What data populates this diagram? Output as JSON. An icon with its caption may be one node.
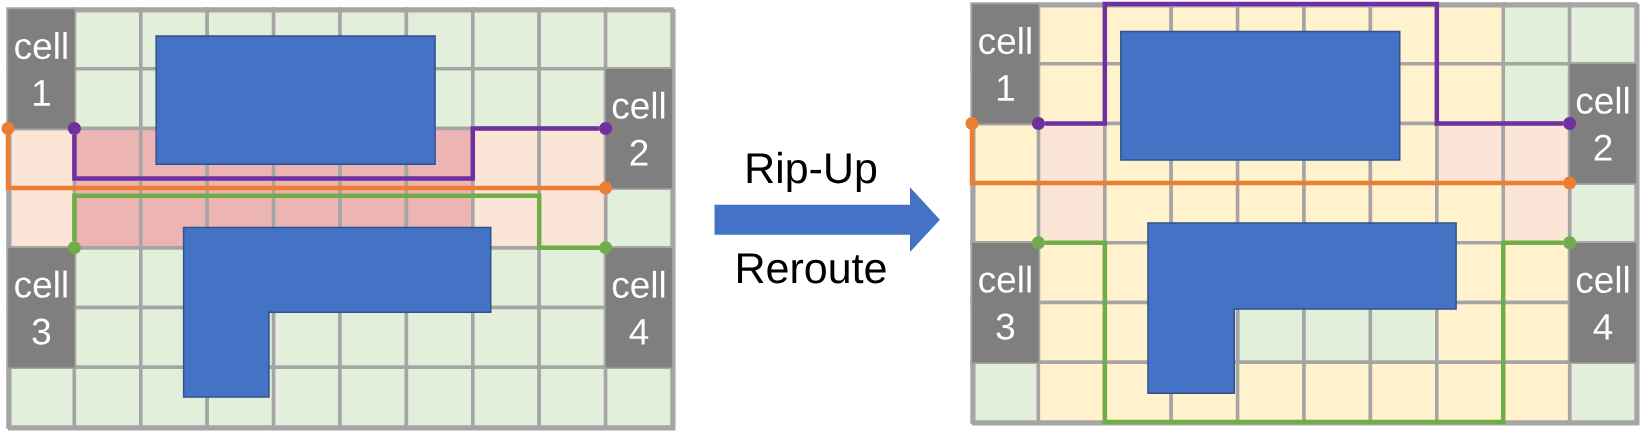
{
  "diagram": {
    "nodes": [
      {
        "text": [],
        "shape": "grid"
      },
      {
        "text": [
          "cell 1"
        ],
        "in": 0
      },
      {
        "text": [
          "cell 2"
        ],
        "in": 0
      },
      {
        "text": [
          "cell 3"
        ],
        "in": 0
      },
      {
        "text": [
          "cell 4"
        ],
        "in": 0
      },
      {
        "text": [],
        "shape": "box",
        "in": 0
      },
      {
        "text": [],
        "shape": "polygon",
        "in": 0
      },
      {
        "text": [],
        "shape": "circle"
      },
      {
        "text": [],
        "shape": "circle",
        "in": 0
      },
      {
        "text": [],
        "shape": "circle",
        "in": 0
      },
      {
        "text": [],
        "shape": "circle",
        "in": 0
      },
      {
        "text": [],
        "shape": "circle",
        "in": 0
      },
      {
        "text": [],
        "shape": "circle",
        "in": 0
      },
      {
        "text": [],
        "shape": "grid"
      },
      {
        "text": [
          "cell 1"
        ],
        "in": 13
      },
      {
        "text": [
          "cell 2"
        ],
        "in": 13
      },
      {
        "text": [
          "cell 3"
        ],
        "in": 13
      },
      {
        "text": [
          "cell 4"
        ],
        "in": 13
      },
      {
        "text": [],
        "shape": "box",
        "in": 13
      },
      {
        "text": [],
        "shape": "polygon",
        "in": 13
      },
      {
        "text": [],
        "shape": "circle"
      },
      {
        "text": [],
        "shape": "circle",
        "in": 13
      },
      {
        "text": [],
        "shape": "circle",
        "in": 13
      },
      {
        "text": [],
        "shape": "circle",
        "in": 13
      },
      {
        "text": [],
        "shape": "circle",
        "in": 13
      },
      {
        "text": [],
        "shape": "circle",
        "in": 13
      }
    ],
    "edges": [
      {
        "from": 7,
        "to": 10,
        "arrow": "none",
        "color": "#ed7d31"
      },
      {
        "from": 8,
        "to": 9,
        "arrow": "none",
        "color": "#7030a0"
      },
      {
        "from": 11,
        "to": 12,
        "arrow": "none",
        "color": "#70ad47"
      },
      {
        "from": 0,
        "to": 13,
        "arrow": "to",
        "label": "Rip-Up",
        "style": "thick",
        "color": "#4472c4"
      },
      {
        "from": 21,
        "to": 22,
        "arrow": "none",
        "color": "#7030a0"
      },
      {
        "from": 20,
        "to": 23,
        "arrow": "none",
        "color": "#ed7d31"
      },
      {
        "from": 24,
        "to": 25,
        "arrow": "none",
        "color": "#70ad47"
      }
    ],
    "labels": [
      "Reroute"
    ]
  }
}
